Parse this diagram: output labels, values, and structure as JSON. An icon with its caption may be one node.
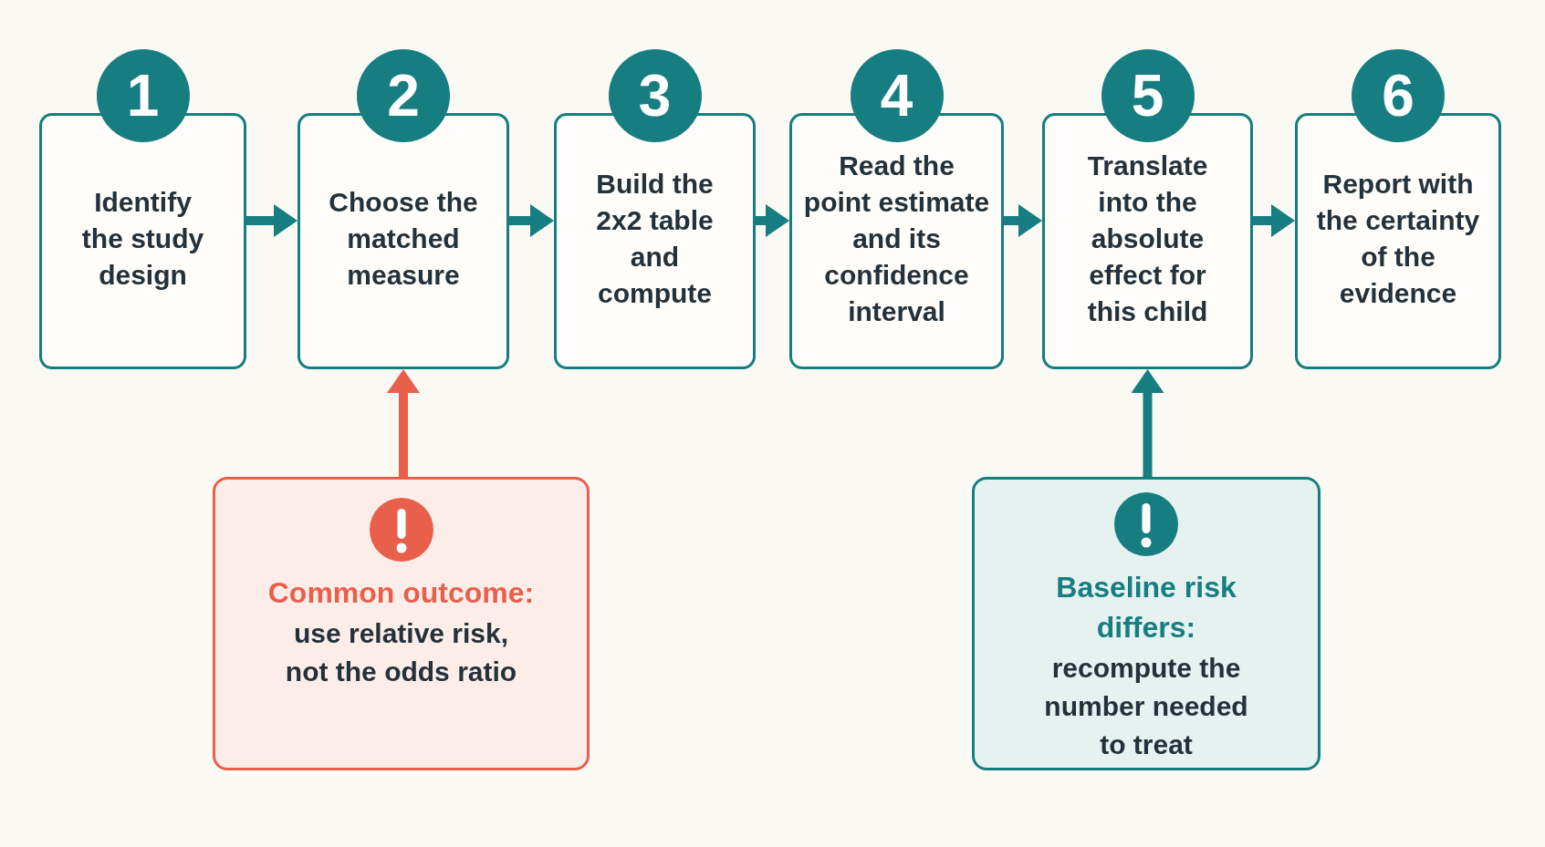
{
  "diagram": {
    "nodes": [
      {
        "text": [
          "1",
          "Identify the study design"
        ]
      },
      {
        "text": [
          "2",
          "Choose the matched measure"
        ]
      },
      {
        "text": [
          "3",
          "Build the 2x2 table and compute"
        ]
      },
      {
        "text": [
          "4",
          "Read the point estimate and its confidence interval"
        ]
      },
      {
        "text": [
          "5",
          "Translate into the absolute effect for this child"
        ]
      },
      {
        "text": [
          "6",
          "Report with the certainty of the evidence"
        ]
      },
      {
        "text": [
          "Common outcome:",
          "use relative risk, not the odds ratio"
        ]
      },
      {
        "text": [
          "Baseline risk differs:",
          "recompute the number needed to treat"
        ]
      }
    ],
    "edges": [
      {
        "from": 0,
        "to": 1,
        "arrow": "to"
      },
      {
        "from": 1,
        "to": 2,
        "arrow": "to"
      },
      {
        "from": 2,
        "to": 3,
        "arrow": "to"
      },
      {
        "from": 3,
        "to": 4,
        "arrow": "to"
      },
      {
        "from": 4,
        "to": 5,
        "arrow": "to"
      },
      {
        "from": 6,
        "to": 1,
        "arrow": "to",
        "color": "#e8604c"
      },
      {
        "from": 7,
        "to": 4,
        "arrow": "to"
      }
    ]
  }
}
